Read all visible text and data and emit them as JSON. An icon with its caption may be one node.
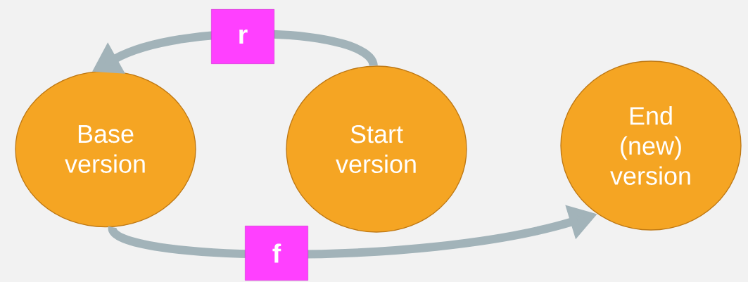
{
  "diagram": {
    "nodes": [
      {
        "text": [
          "Base version"
        ]
      },
      {
        "text": [
          "Start version"
        ]
      },
      {
        "text": [
          "End (new) version"
        ]
      }
    ],
    "edges": [
      {
        "from": 1,
        "to": 0,
        "arrow": "to",
        "label": "r"
      },
      {
        "from": 0,
        "to": 2,
        "arrow": "to",
        "label": "f"
      }
    ]
  }
}
